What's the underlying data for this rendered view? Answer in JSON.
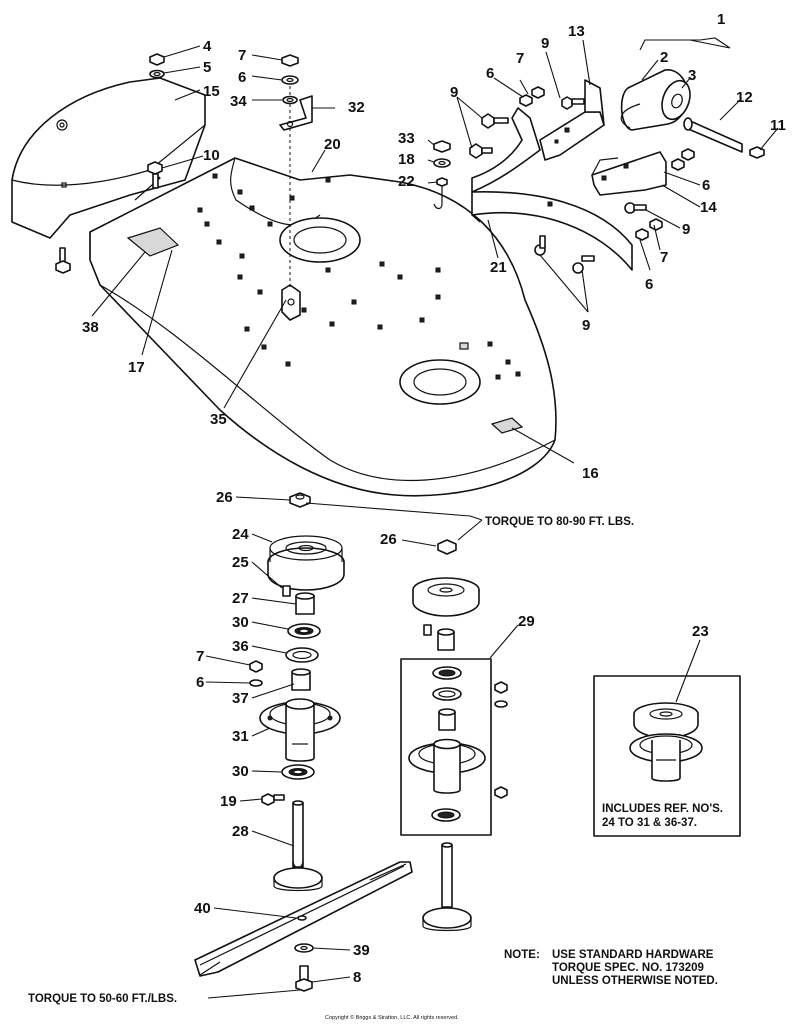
{
  "callouts": {
    "n1": "1",
    "n2": "2",
    "n3": "3",
    "n4": "4",
    "n5": "5",
    "n6": "6",
    "n7": "7",
    "n8": "8",
    "n9": "9",
    "n10": "10",
    "n11": "11",
    "n12": "12",
    "n13": "13",
    "n14": "14",
    "n15": "15",
    "n16": "16",
    "n17": "17",
    "n18": "18",
    "n19": "19",
    "n20": "20",
    "n21": "21",
    "n22": "22",
    "n23": "23",
    "n24": "24",
    "n25": "25",
    "n26": "26",
    "n27": "27",
    "n28": "28",
    "n29": "29",
    "n30": "30",
    "n31": "31",
    "n32": "32",
    "n33": "33",
    "n34": "34",
    "n35": "35",
    "n36": "36",
    "n37": "37",
    "n38": "38",
    "n39": "39",
    "n40": "40"
  },
  "notes": {
    "torque_spindle_nut": "TORQUE TO 80-90 FT. LBS.",
    "torque_blade_bolt": "TORQUE TO 50-60 FT./LBS.",
    "includes_line1": "INCLUDES REF. NO'S.",
    "includes_line2": "24 TO 31 & 36-37.",
    "hardware_note_label": "NOTE:",
    "hardware_note_line1": "USE STANDARD HARDWARE",
    "hardware_note_line2": "TORQUE SPEC. NO. 173209",
    "hardware_note_line3": "UNLESS OTHERWISE NOTED.",
    "copyright": "Copyright © Briggs & Stratton, LLC. All rights reserved."
  },
  "colors": {
    "ink": "#111111",
    "paper": "#ffffff",
    "shade": "#d8d8d8"
  }
}
